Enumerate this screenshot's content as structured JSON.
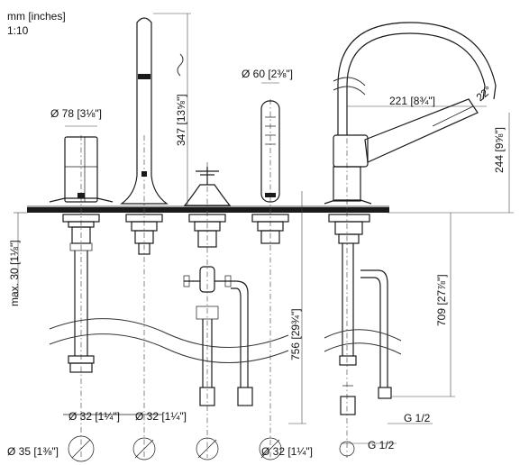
{
  "header": {
    "units": "mm [inches]",
    "scale": "1:10"
  },
  "dimensions": {
    "d78": "Ø 78 [3⅛\"]",
    "h347": "347 [13⅝\"]",
    "d60": "Ø 60 [2⅜\"]",
    "r221": "221 [8¾\"]",
    "a22": "22°",
    "h244": "244 [9⅝\"]",
    "max30": "max. 30 [1⅛\"]",
    "h756": "756 [29¾\"]",
    "h709": "709 [27⅞\"]",
    "d32_a": "Ø 32 [1¼\"]",
    "d32_b": "Ø 32 [1¼\"]",
    "d32_c": "Ø 32 [1¼\"]",
    "d35": "Ø 35 [1⅜\"]",
    "g_a": "G 1/2",
    "g_b": "G 1/2"
  }
}
